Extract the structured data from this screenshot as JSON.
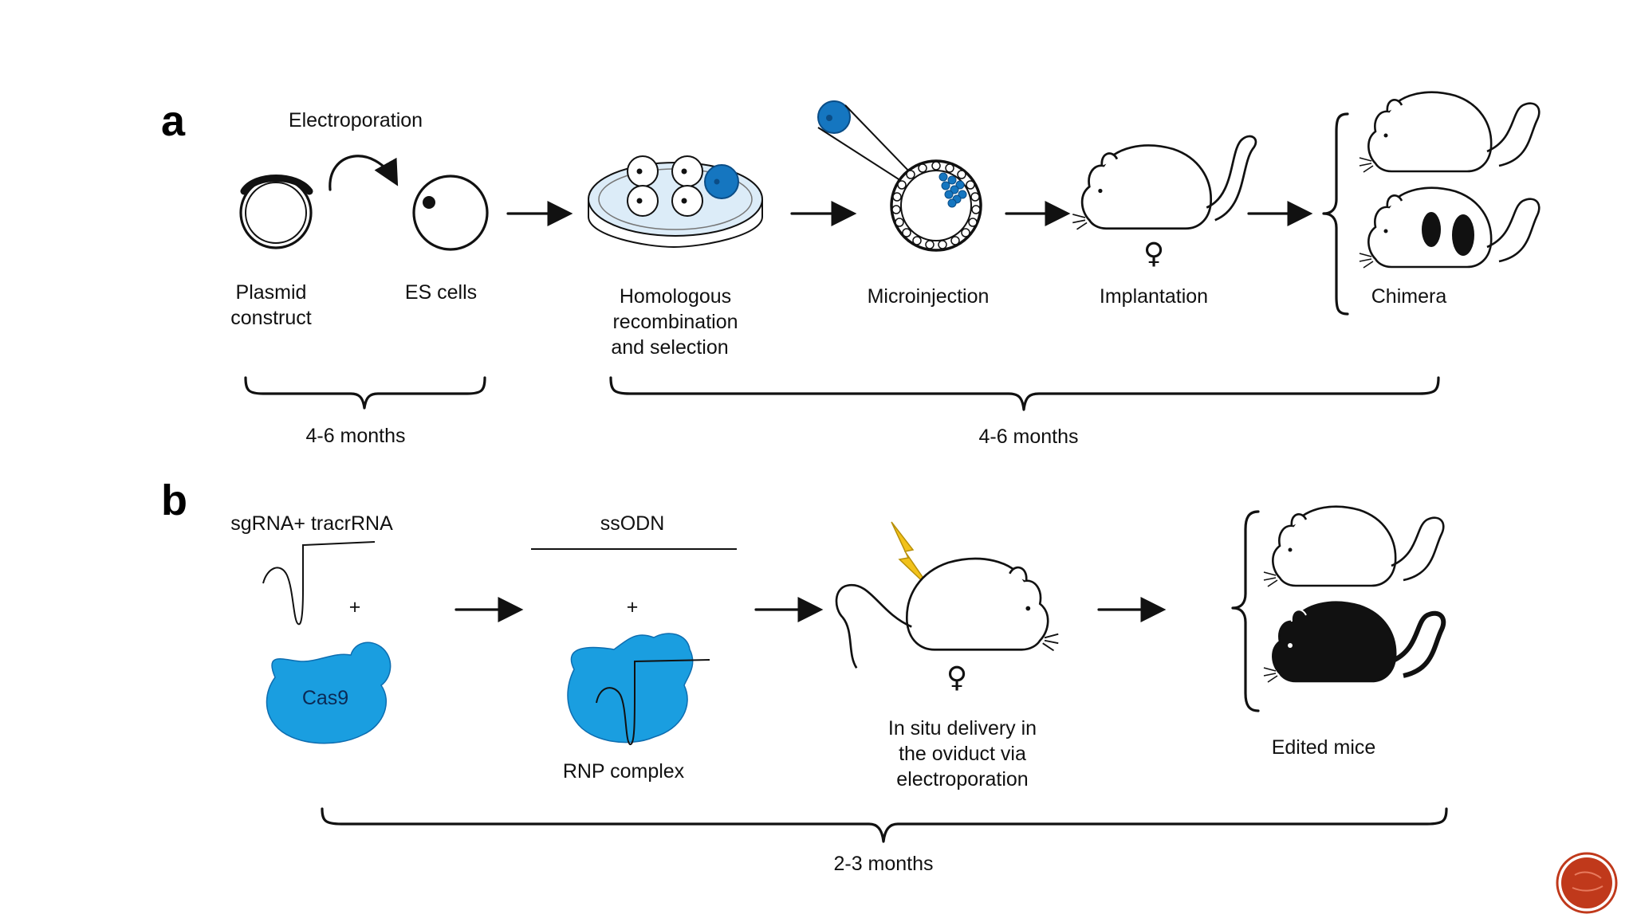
{
  "panels": {
    "a": "a",
    "b": "b"
  },
  "panel_a": {
    "electroporation": "Electroporation",
    "plasmid_line1": "Plasmid",
    "plasmid_line2": "construct",
    "es_cells": "ES cells",
    "homologous_line1": "Homologous",
    "homologous_line2": "recombination",
    "homologous_line3": "and selection",
    "microinjection": "Microinjection",
    "implantation": "Implantation",
    "chimera": "Chimera",
    "duration_1": "4-6 months",
    "duration_2": "4-6 months",
    "female_symbol": "♀"
  },
  "panel_b": {
    "sgrna": "sgRNA+ tracrRNA",
    "ssodn": "ssODN",
    "plus": "+",
    "cas9": "Cas9",
    "rnp": "RNP complex",
    "insitu_line1": "In situ delivery in",
    "insitu_line2": "the oviduct via",
    "insitu_line3": "electroporation",
    "edited": "Edited mice",
    "duration": "2-3 months",
    "female_symbol": "♀"
  },
  "colors": {
    "accent_blue": "#1a9ee0",
    "deep_blue": "#1576c0",
    "bolt": "#f2c21b",
    "badge": "#c0391b"
  }
}
